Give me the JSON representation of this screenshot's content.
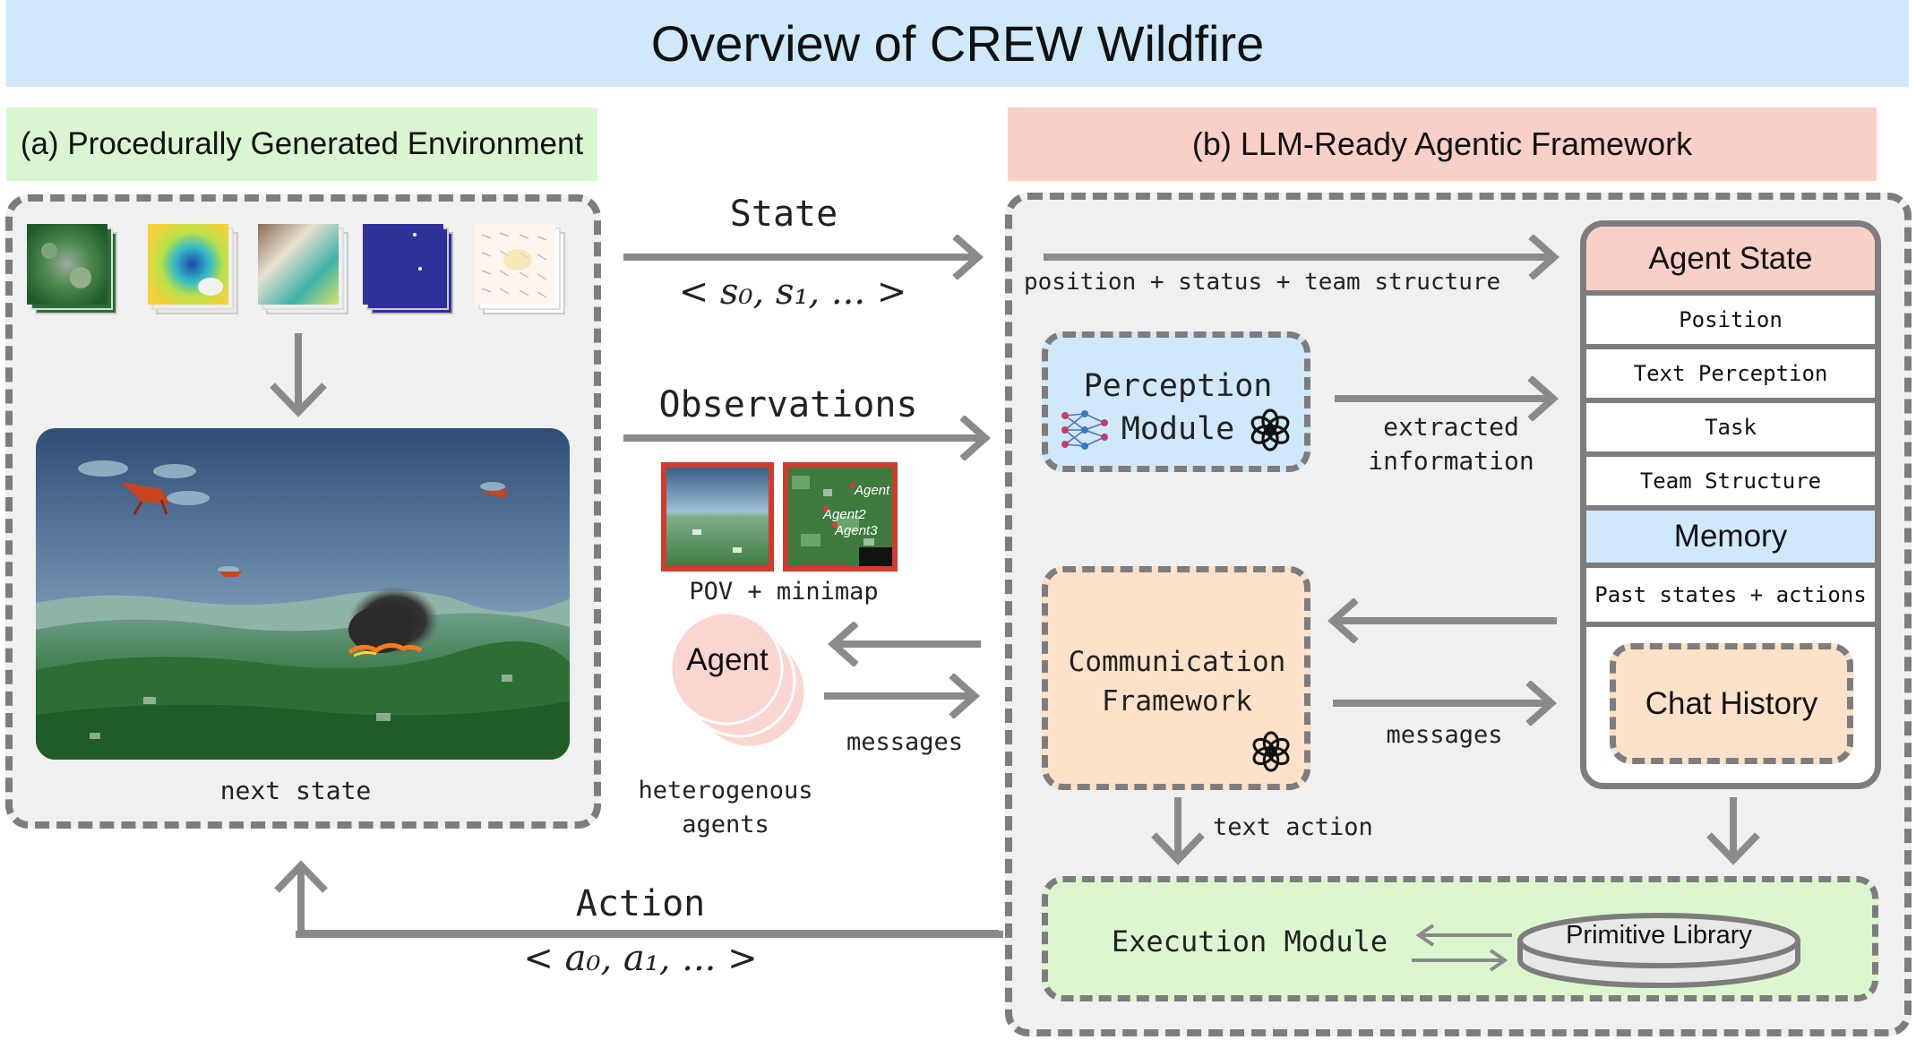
{
  "title": "Overview of CREW Wildfire",
  "panel_a": {
    "header": "(a) Procedurally Generated Environment",
    "caption": "next state"
  },
  "panel_b": {
    "header": "(b) LLM-Ready Agentic Framework"
  },
  "arrows": {
    "state_label": "State",
    "state_formula": "< s₀, s₁, ... >",
    "observations_label": "Observations",
    "pov_label": "POV + minimap",
    "messages_left": "messages",
    "action_label": "Action",
    "action_formula": "< a₀, a₁, ... >",
    "position_status": "position + status + team structure",
    "extracted_info_line1": "extracted",
    "extracted_info_line2": "information",
    "messages_right": "messages",
    "text_action": "text action"
  },
  "agents": {
    "label": "Agent",
    "caption_line1": "heterogenous",
    "caption_line2": "agents",
    "minimap_labels": [
      "Agent",
      "Agent2",
      "Agent3"
    ]
  },
  "perception": {
    "line1": "Perception",
    "line2": "Module"
  },
  "communication": {
    "line1": "Communication",
    "line2": "Framework"
  },
  "agent_state": {
    "header": "Agent State",
    "rows": [
      "Position",
      "Text Perception",
      "Task",
      "Team Structure"
    ],
    "memory_header": "Memory",
    "memory_row": "Past states + actions",
    "chat_history": "Chat History"
  },
  "execution": {
    "label": "Execution Module",
    "library": "Primitive Library"
  },
  "colors": {
    "title_bg": "#cfe9fa",
    "panel_a_header_bg": "#d9f6d0",
    "panel_b_header_bg": "#f9d0c8",
    "agent_state_header_bg": "#f9d0c8",
    "memory_header_bg": "#cfe9fa",
    "perception_bg": "#cfe9fa",
    "communication_bg": "#fde1c8",
    "execution_bg": "#dcf7cf",
    "chat_history_bg": "#fde1c8",
    "agent_circle": "#fbd5d0",
    "arrow": "#8a8a8a"
  }
}
